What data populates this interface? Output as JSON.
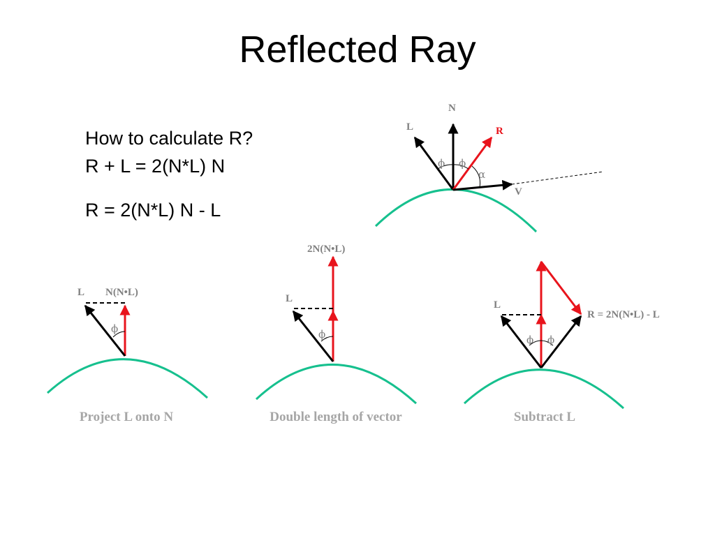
{
  "title": "Reflected Ray",
  "text": {
    "line1": "How to calculate R?",
    "line2": "R + L = 2(N*L) N",
    "line3": "R = 2(N*L) N - L"
  },
  "colors": {
    "surface": "#16c08e",
    "reflected": "#e8141c",
    "vector": "#000000",
    "label": "#808080",
    "caption": "#a6a6a6"
  },
  "top_diagram": {
    "n_label": "N",
    "l_label": "L",
    "r_label": "R",
    "v_label": "V",
    "phi_left": "ϕ",
    "phi_right": "ϕ",
    "alpha": "α"
  },
  "step1": {
    "l_label": "L",
    "projection_label": "N(N•L)",
    "phi": "ϕ",
    "caption": "Project L onto N"
  },
  "step2": {
    "double_label": "2N(N•L)",
    "l_label": "L",
    "phi": "ϕ",
    "caption": "Double length of vector"
  },
  "step3": {
    "l_label": "L",
    "result_label": "R = 2N(N•L) - L",
    "phi_left": "ϕ",
    "phi_right": "ϕ",
    "caption": "Subtract L"
  }
}
